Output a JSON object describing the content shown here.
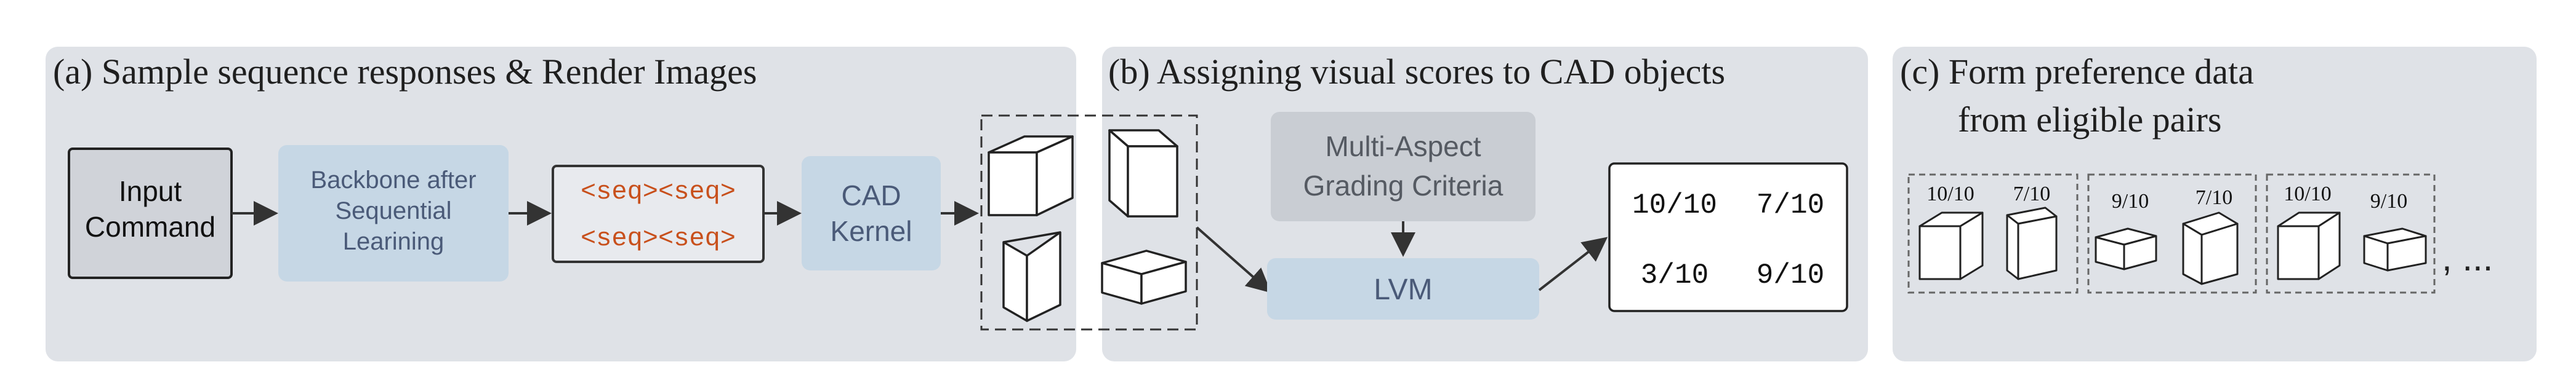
{
  "panels": {
    "a": {
      "title": "(a) Sample sequence responses & Render Images"
    },
    "b": {
      "title": "(b) Assigning visual scores to CAD objects"
    },
    "c": {
      "title_line1": "(c) Form preference data",
      "title_line2": "from eligible pairs"
    }
  },
  "nodes": {
    "input_line1": "Input",
    "input_line2": "Command",
    "backbone_line1": "Backbone after",
    "backbone_line2": "Sequential",
    "backbone_line3": "Learining",
    "seq_row1": "<seq><seq>",
    "seq_row2": "<seq><seq>",
    "cad_line1": "CAD",
    "cad_line2": "Kernel",
    "criteria_line1": "Multi-Aspect",
    "criteria_line2": "Grading Criteria",
    "lvm": "LVM"
  },
  "scores": [
    "10/10",
    "7/10",
    "3/10",
    "9/10"
  ],
  "pairs": [
    {
      "left": "10/10",
      "right": "7/10"
    },
    {
      "left": "9/10",
      "right": "7/10"
    },
    {
      "left": "10/10",
      "right": "9/10"
    }
  ],
  "ellipsis": ", ...",
  "colors": {
    "panel_bg": "#dfe2e7",
    "node_bg": "#c6d7e5",
    "node_text": "#4a5a78",
    "seq_text": "#c8501c",
    "criteria_bg": "#c9cdd3"
  }
}
